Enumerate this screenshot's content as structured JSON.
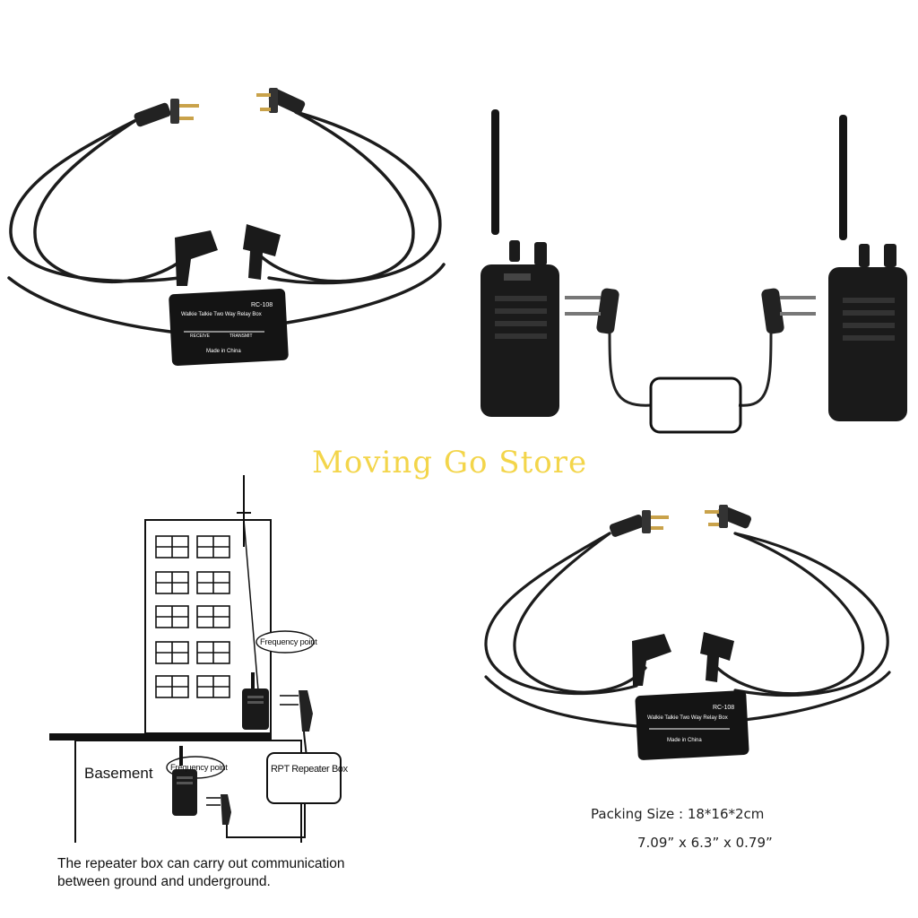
{
  "watermark": "Moving Go Store",
  "product": {
    "model": "RC-108",
    "box_title": "Walkie Talkie Two Way Relay Box",
    "receive": "RECEIVE",
    "transmit": "TRANSMIT",
    "made_in": "Made in China"
  },
  "diagram": {
    "basement_label": "Basement",
    "frequency_point_upper": "Frequency point",
    "frequency_point_lower": "Frequency point",
    "repeater_box_label": "RPT Repeater Box",
    "caption_line1": "The repeater box can carry out communication",
    "caption_line2": "between ground and underground."
  },
  "packing": {
    "size_line": "Packing Size : 18*16*2cm",
    "inch_line": "7.09”  x 6.3”  x 0.79”"
  },
  "colors": {
    "cable": "#1c1c1c",
    "box": "#141414",
    "plug_metal": "#c9a24a",
    "watermark": "#f3d54a"
  }
}
